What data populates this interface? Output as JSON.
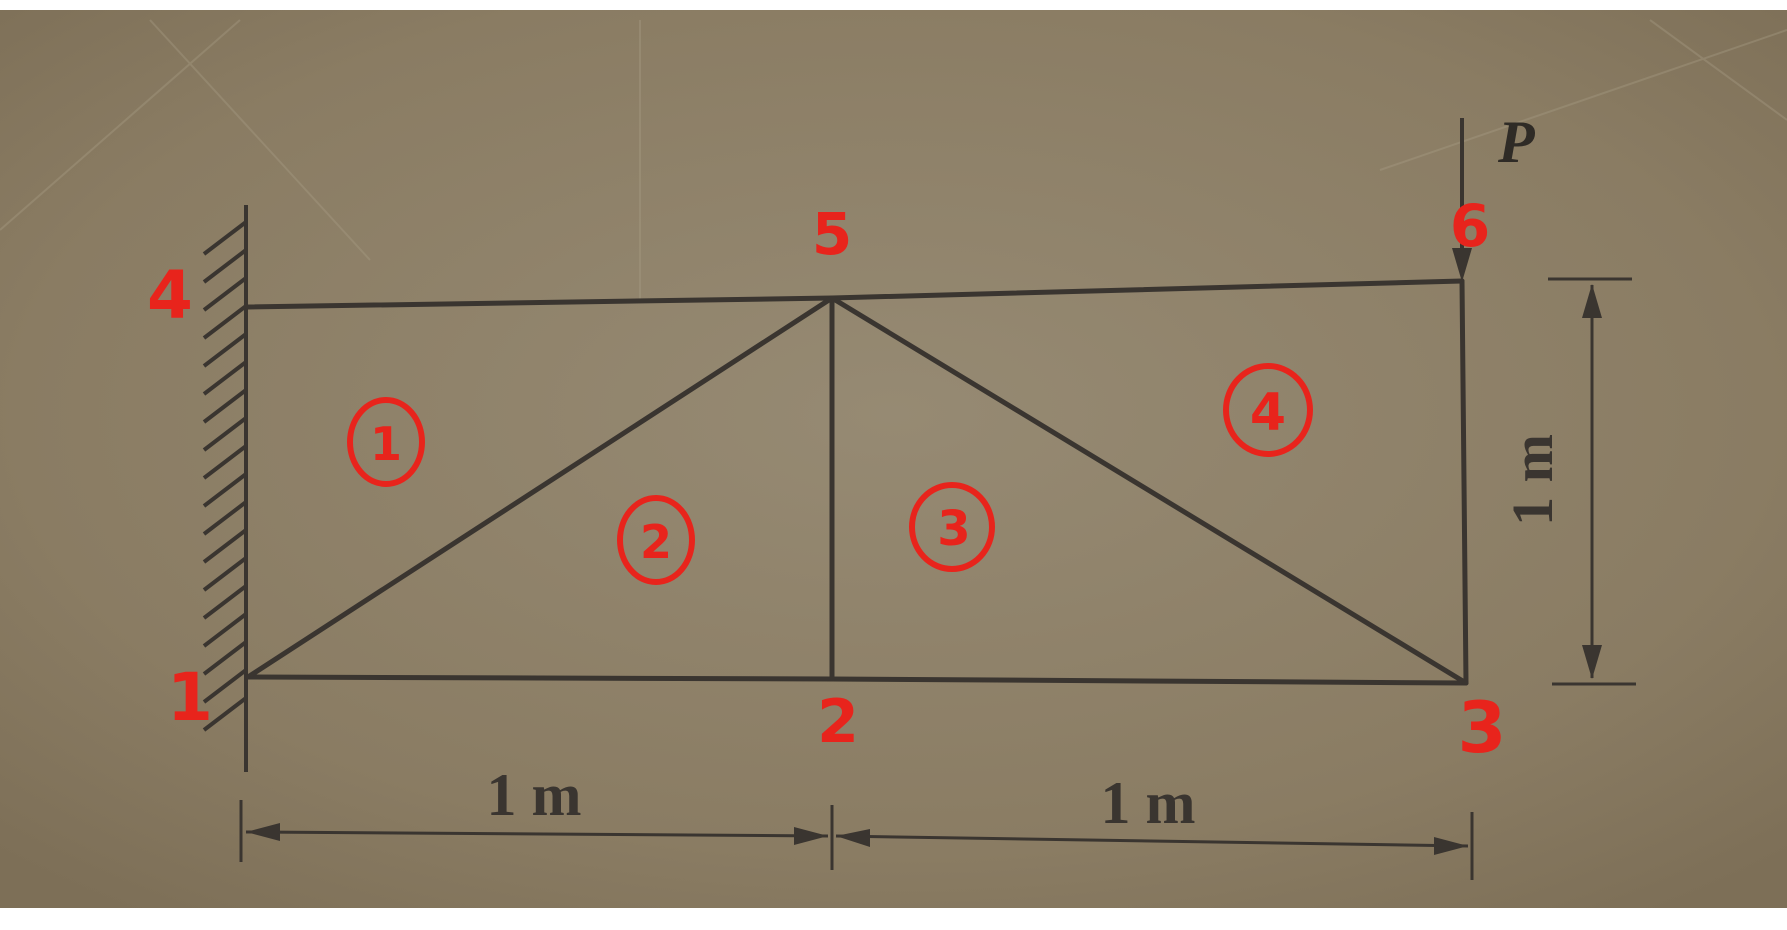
{
  "nodes": [
    {
      "id": "node-1",
      "label": "1"
    },
    {
      "id": "node-2",
      "label": "2"
    },
    {
      "id": "node-3",
      "label": "3"
    },
    {
      "id": "node-4",
      "label": "4"
    },
    {
      "id": "node-5",
      "label": "5"
    },
    {
      "id": "node-6",
      "label": "6"
    }
  ],
  "elements": [
    {
      "id": "element-1",
      "label": "1"
    },
    {
      "id": "element-2",
      "label": "2"
    },
    {
      "id": "element-3",
      "label": "3"
    },
    {
      "id": "element-4",
      "label": "4"
    }
  ],
  "load": {
    "label": "P"
  },
  "dimensions": {
    "left_span": "1 m",
    "right_span": "1 m",
    "height": "1 m"
  },
  "colors": {
    "paper": "#8f8068",
    "ink": "#3a3530",
    "annotation": "#e8241c"
  }
}
